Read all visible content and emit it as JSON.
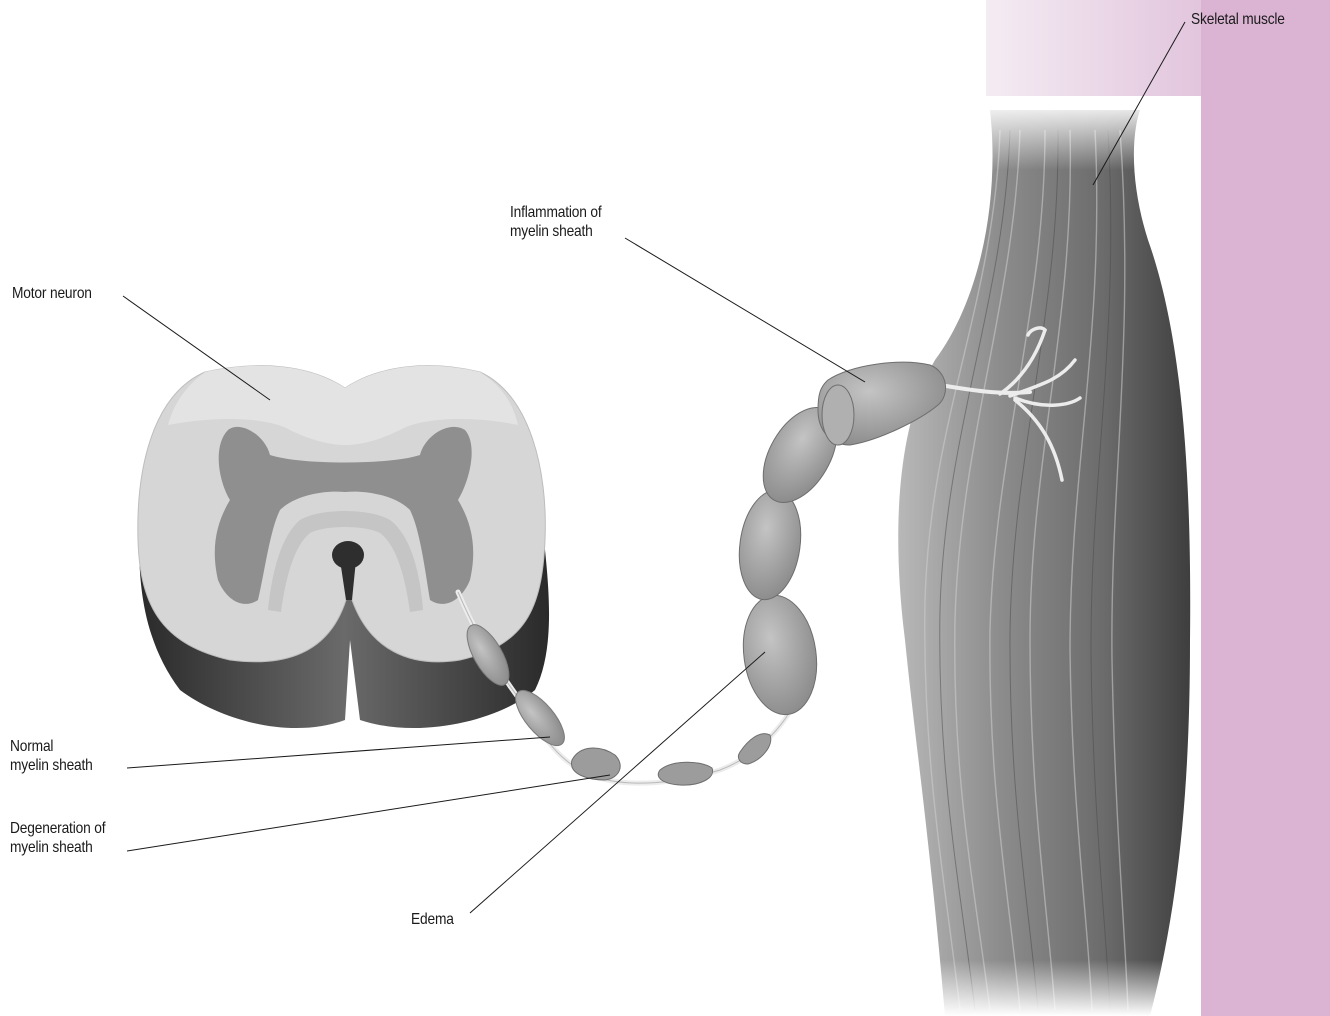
{
  "labels": {
    "skeletal_muscle": "Skeletal muscle",
    "inflammation": [
      "Inflammation of",
      "myelin sheath"
    ],
    "motor_neuron": "Motor neuron",
    "normal": [
      "Normal",
      "myelin sheath"
    ],
    "degeneration": [
      "Degeneration of",
      "myelin sheath"
    ],
    "edema": "Edema"
  },
  "colors": {
    "panel_pink": "#dbb3d3",
    "panel_pink_light": "#f1e6f0",
    "white_matter": "#d6d6d6",
    "gray_matter": "#8f8f8f",
    "sheath": "#a9a9a9",
    "axon": "#ececec",
    "muscle": "#7a7a7a",
    "leader_line": "#1a1a1a"
  }
}
